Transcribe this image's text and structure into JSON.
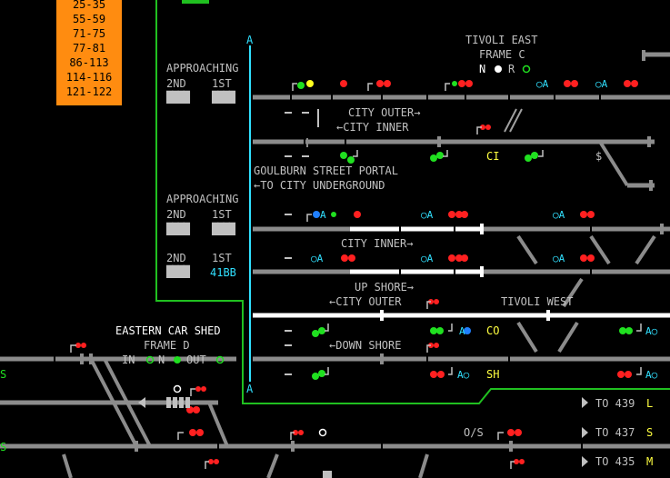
{
  "routes": [
    "25-35",
    "55-59",
    "71-75",
    "77-81",
    "86-113",
    "114-116",
    "121-122"
  ],
  "approaching_top": {
    "title": "APPROACHING",
    "second": "2ND",
    "first": "1ST"
  },
  "approaching_mid": {
    "title": "APPROACHING",
    "second": "2ND",
    "first": "1ST"
  },
  "approaching_low": {
    "second": "2ND",
    "first": "1ST",
    "berth": "41BB"
  },
  "line_marker_a": "A",
  "tivoli_east": {
    "name": "TIVOLI EAST",
    "frame": "FRAME C",
    "n": "N",
    "r": "R"
  },
  "eastern_car_shed": {
    "name": "EASTERN CAR SHED",
    "frame": "FRAME D",
    "in": "IN",
    "n": "N",
    "out": "OUT"
  },
  "labels": {
    "city_outer_top": "CITY OUTER→",
    "city_inner_top": "←CITY INNER",
    "goulburn": "GOULBURN STREET PORTAL",
    "to_city_underground": "←TO CITY UNDERGROUND",
    "city_inner_mid": "CITY INNER→",
    "up_shore": "UP SHORE→",
    "city_outer_mid": "←CITY OUTER",
    "tivoli_west": "TIVOLI WEST",
    "down_shore": "←DOWN SHORE",
    "os": "O/S",
    "ci": "CI",
    "co": "CO",
    "sh": "SH",
    "s_left": "S",
    "dollar": "$"
  },
  "destinations": [
    {
      "to": "TO 439",
      "code": "L"
    },
    {
      "to": "TO 437",
      "code": "S"
    },
    {
      "to": "TO 435",
      "code": "M"
    }
  ],
  "colors": {
    "track": "#8c8c8c",
    "track_lit": "#ffffff",
    "signal_red": "#ff2020",
    "signal_green": "#20e020",
    "signal_yellow": "#ffff20",
    "cyan": "#30e0ff",
    "route_box": "#ff8c10",
    "boundary": "#20c020"
  }
}
